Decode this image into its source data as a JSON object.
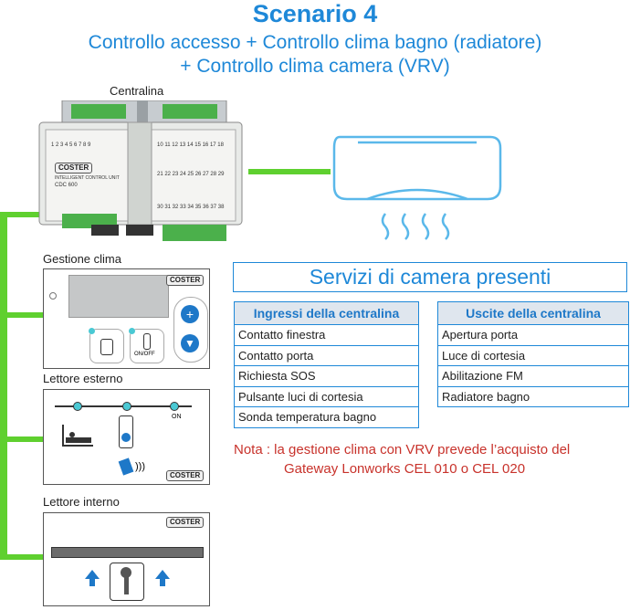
{
  "header": {
    "title": "Scenario 4",
    "subtitle_line1": "Controllo accesso + Controllo clima bagno (radiatore)",
    "subtitle_line2": "+ Controllo clima camera (VRV)"
  },
  "devices": {
    "central_label": "Centralina",
    "climate_label": "Gestione clima",
    "external_reader_label": "Lettore esterno",
    "internal_reader_label": "Lettore interno",
    "brand": "COSTER",
    "central_model": "CDC 600",
    "central_desc": "INTELLIGENT CONTROL UNIT",
    "onoff": "ON/OFF",
    "on": "ON"
  },
  "services": {
    "title": "Servizi di camera presenti",
    "inputs_header": "Ingressi della centralina",
    "inputs": [
      "Contatto finestra",
      "Contatto porta",
      "Richiesta SOS",
      "Pulsante luci di cortesia",
      "Sonda temperatura bagno"
    ],
    "outputs_header": "Uscite della centralina",
    "outputs": [
      "Apertura porta",
      "Luce di cortesia",
      "Abilitazione FM",
      "Radiatore bagno"
    ]
  },
  "note": {
    "line1": "Nota :  la gestione clima con VRV prevede l’acquisto del",
    "line2": "Gateway Lonworks CEL 010 o CEL 020"
  },
  "colors": {
    "accent": "#1e88d8",
    "wire": "#5fd02f",
    "note": "#c8322b"
  }
}
